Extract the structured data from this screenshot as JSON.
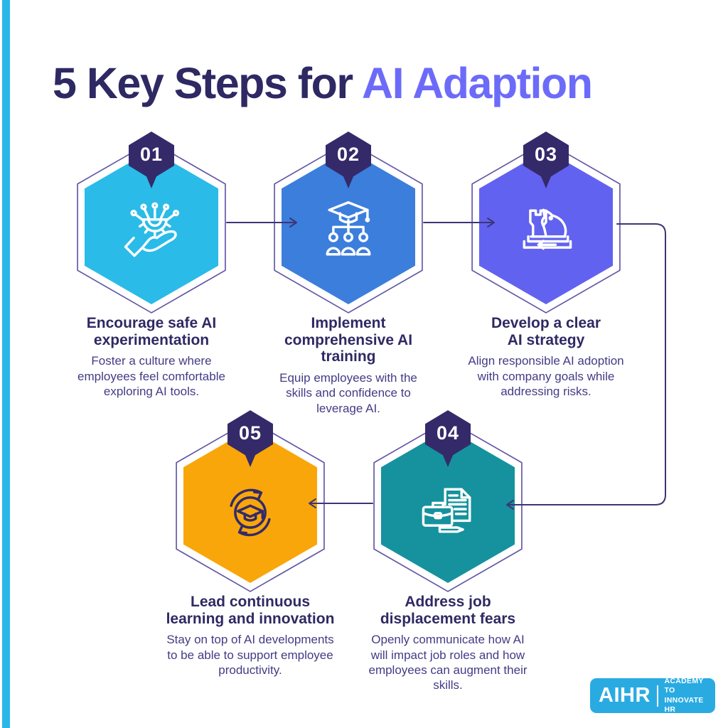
{
  "title": {
    "prefix": "5 Key Steps for",
    "accent": "AI Adaption"
  },
  "palette": {
    "background": "#FFFFFF",
    "left_bar": "#29B7E9",
    "title_text": "#2E2963",
    "title_accent": "#6C6BF9",
    "badge": "#342A6A",
    "heading_text": "#2F2963",
    "body_text": "#433B85",
    "outline_stroke": "#6157A5",
    "connector": "#3D3575",
    "logo_background": "#29ABE2"
  },
  "steps": [
    {
      "number": "01",
      "title": "Encourage safe AI experimentation",
      "description": "Foster a culture where employees feel comfortable exploring AI tools.",
      "color": "#2ABBE8",
      "icon": "hand-ai-gear-icon",
      "icon_color": "#FFFFFF"
    },
    {
      "number": "02",
      "title": "Implement comprehensive AI training",
      "description": "Equip employees with the skills and confidence to leverage AI.",
      "color": "#3C7EDC",
      "icon": "training-org-chart-icon",
      "icon_color": "#FFFFFF"
    },
    {
      "number": "03",
      "title": "Develop a clear AI strategy",
      "description": "Align responsible AI adoption with company goals while addressing risks.",
      "color": "#6262F0",
      "icon": "chess-strategy-icon",
      "icon_color": "#FFFFFF"
    },
    {
      "number": "04",
      "title": "Address job displacement fears",
      "description": "Openly communicate how AI will impact job roles and how employees can augment their skills.",
      "color": "#15929D",
      "icon": "briefcase-document-icon",
      "icon_color": "#FFFFFF"
    },
    {
      "number": "05",
      "title": "Lead continuous learning and innovation",
      "description": "Stay on top of AI developments to be able to support employee productivity.",
      "color": "#F9A60B",
      "icon": "continuous-learning-icon",
      "icon_color": "#332A68"
    }
  ],
  "logo": {
    "brand": "AIHR",
    "tagline_line1": "ACADEMY TO",
    "tagline_line2": "INNOVATE HR"
  }
}
